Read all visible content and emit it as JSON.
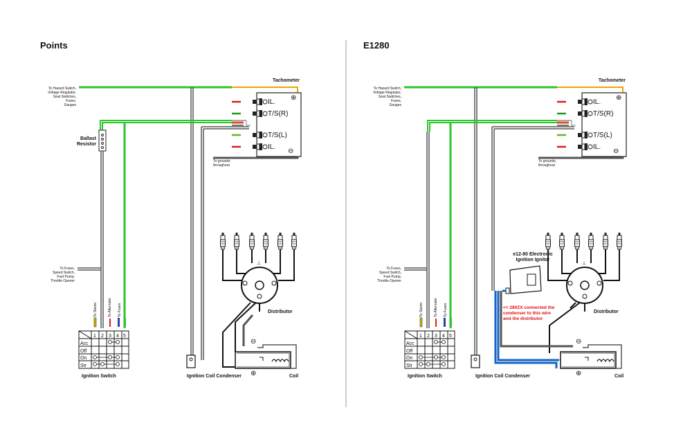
{
  "panels": [
    {
      "title": "Points",
      "tachometer": "Tachometer",
      "tach_terms": [
        "IL.",
        "T/S(R)",
        "T/S(L)",
        "IL."
      ],
      "hazard_text": [
        "To Hazard Switch,",
        "Voltage Regulator,",
        "Seat Switches,",
        "Fuses,",
        "Gauges"
      ],
      "ballast": [
        "Ballast",
        "Resistor"
      ],
      "grounds": [
        "To grounds",
        "throughout"
      ],
      "fuses_text": [
        "To Fuses,",
        "Speed Switch,",
        "Fuel Pump,",
        "Throttle Opener"
      ],
      "switch_top": [
        "To Starter",
        "To Alternator",
        "To Fuses"
      ],
      "switch_cols": [
        "1",
        "2",
        "3",
        "4",
        "5"
      ],
      "switch_rows": [
        "Acc",
        "Off",
        "On",
        "Str"
      ],
      "ignition_switch": "Ignition Switch",
      "condenser": "Ignition Coil Condenser",
      "distributor": "Distributor",
      "coil": "Coil",
      "ignitor": [],
      "note": []
    },
    {
      "title": "E1280",
      "tachometer": "Tachometer",
      "tach_terms": [
        "IL.",
        "T/S(R)",
        "T/S(L)",
        "IL."
      ],
      "hazard_text": [
        "To Hazard Switch,",
        "Voltage Regulator,",
        "Seat Switches,",
        "Fuses,",
        "Gauges"
      ],
      "ballast": [],
      "grounds": [
        "To grounds",
        "throughout"
      ],
      "fuses_text": [
        "To Fuses,",
        "Speed Switch,",
        "Fuel Pump,",
        "Throttle Opener"
      ],
      "switch_top": [
        "To Starter",
        "To Alternator",
        "To Fuses"
      ],
      "switch_cols": [
        "1",
        "2",
        "3",
        "4",
        "5"
      ],
      "switch_rows": [
        "Acc",
        "Off",
        "On",
        "Str"
      ],
      "ignition_switch": "Ignition Switch",
      "condenser": "Ignition Coil Condenser",
      "distributor": "Distributor",
      "coil": "Coil",
      "ignitor": [
        "e12-80 Electronic",
        "Ignition Ignitor"
      ],
      "note": [
        "<= 280ZX connected the",
        "condenser to this wire",
        "and the distributor"
      ]
    }
  ],
  "colors": {
    "green": "#2ec52e",
    "orange": "#f2a400",
    "blue": "#1565c8",
    "grey": "#555555",
    "red": "#e01010"
  }
}
